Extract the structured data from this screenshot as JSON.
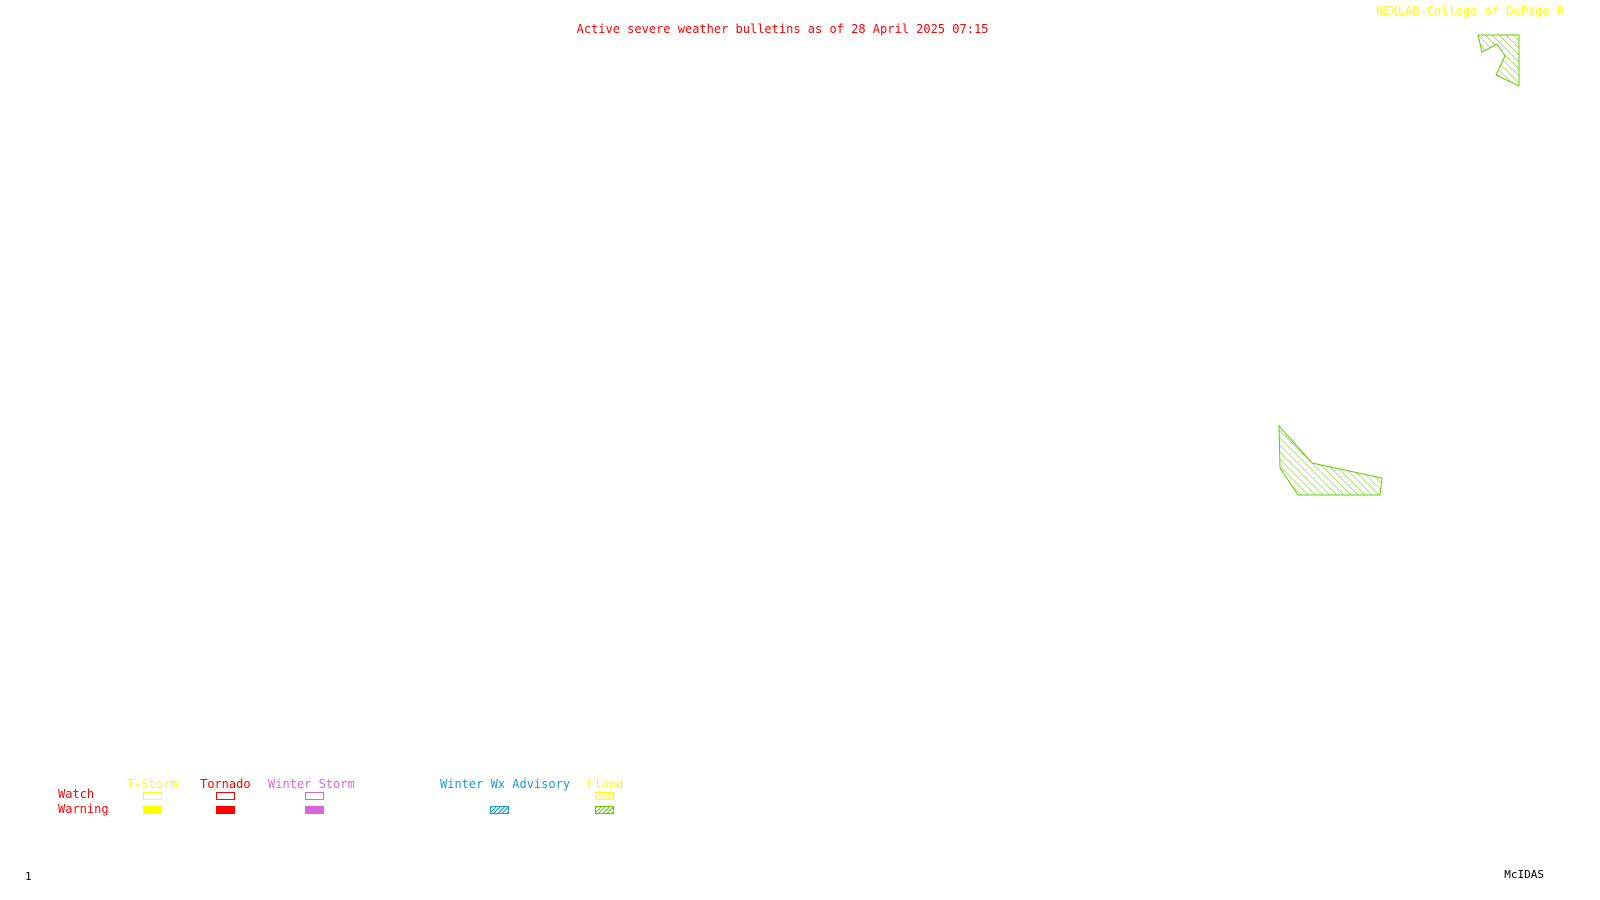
{
  "header": {
    "title": "Active severe weather bulletins as of 28 April 2025 07:15",
    "source": "NEXLAB-College of DuPage R"
  },
  "footer": {
    "frame_number": "1",
    "software": "McIDAS"
  },
  "legend": {
    "row_labels": {
      "watch": "Watch",
      "warning": "Warning"
    },
    "categories": [
      {
        "key": "tstorm",
        "label": "T-Storm",
        "color": "#ffff00"
      },
      {
        "key": "tornado",
        "label": "Tornado",
        "color": "#ff0000"
      },
      {
        "key": "winter_storm",
        "label": "Winter Storm",
        "color": "#d966d9"
      },
      {
        "key": "winter_wx_advisory",
        "label": "Winter Wx Advisory",
        "color": "#1a9ad6"
      },
      {
        "key": "flood",
        "label": "Flood",
        "color": "#ffff00"
      }
    ]
  },
  "map": {
    "active_alerts": [
      {
        "type": "Flood Warning",
        "color": "#66cc00",
        "style": "hatched"
      },
      {
        "type": "Flood Warning",
        "color": "#66cc00",
        "style": "hatched"
      }
    ]
  }
}
